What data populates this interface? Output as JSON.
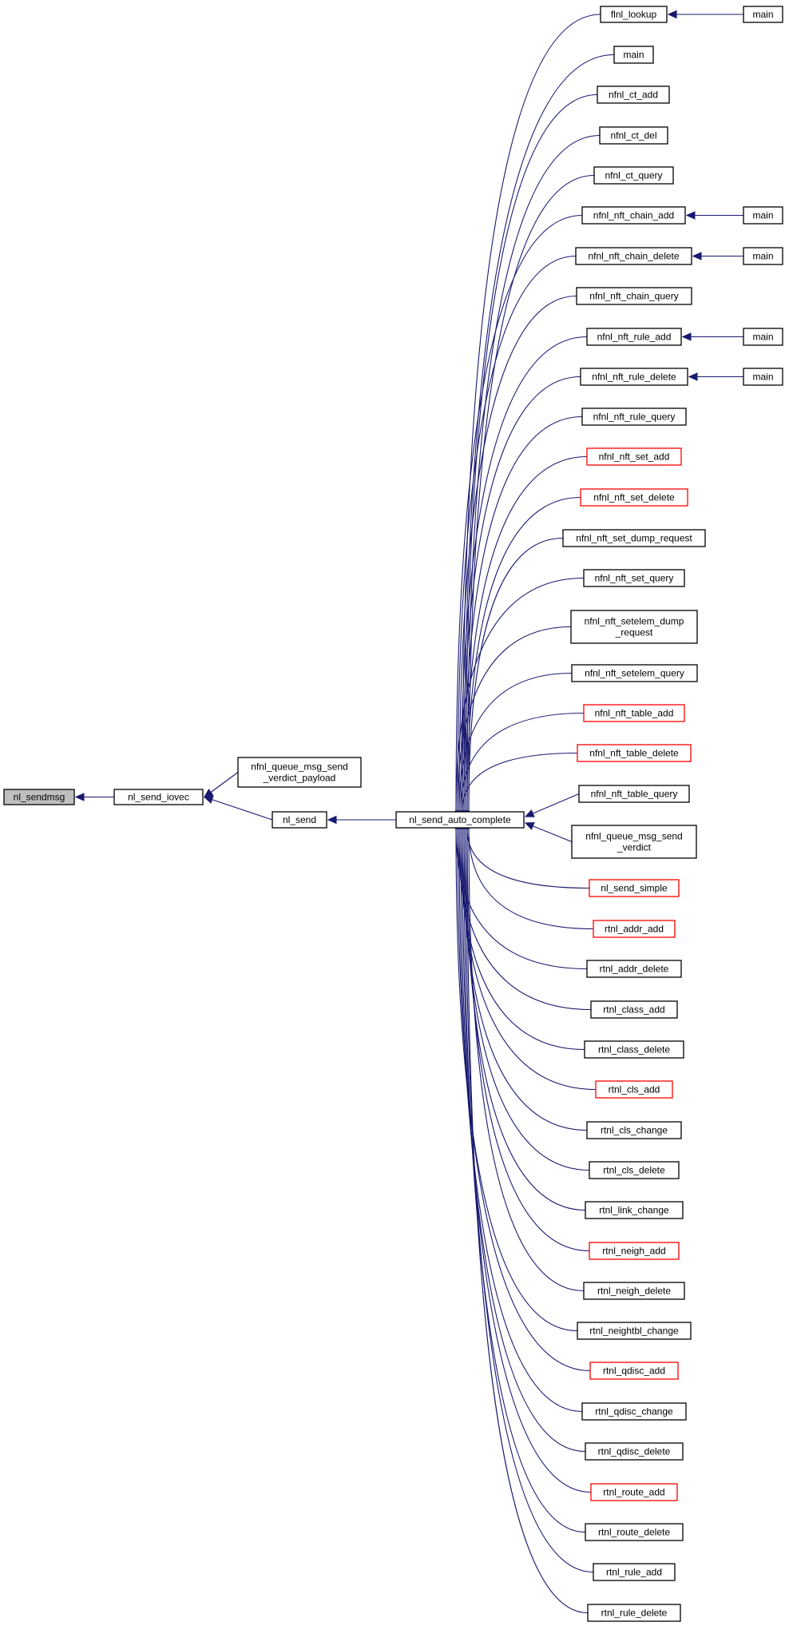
{
  "graph": {
    "edge_color": "#191970",
    "node_border_color": "#000000",
    "external_node_border_color": "#ff0000",
    "root_fill": "#bfbfbf",
    "nodes": {
      "nl_sendmsg": {
        "label": [
          "nl_sendmsg"
        ],
        "root": true
      },
      "nl_send_iovec": {
        "label": [
          "nl_send_iovec"
        ]
      },
      "nfnl_queue_msg_send_verdict_payload": {
        "label": [
          "nfnl_queue_msg_send",
          "_verdict_payload"
        ]
      },
      "nl_send": {
        "label": [
          "nl_send"
        ]
      },
      "nl_send_auto_complete": {
        "label": [
          "nl_send_auto_complete"
        ]
      },
      "flnl_lookup": {
        "label": [
          "flnl_lookup"
        ]
      },
      "main_flnl": {
        "label": [
          "main"
        ]
      },
      "main": {
        "label": [
          "main"
        ]
      },
      "nfnl_ct_add": {
        "label": [
          "nfnl_ct_add"
        ]
      },
      "nfnl_ct_del": {
        "label": [
          "nfnl_ct_del"
        ]
      },
      "nfnl_ct_query": {
        "label": [
          "nfnl_ct_query"
        ]
      },
      "nfnl_nft_chain_add": {
        "label": [
          "nfnl_nft_chain_add"
        ]
      },
      "main_chain_add": {
        "label": [
          "main"
        ]
      },
      "nfnl_nft_chain_delete": {
        "label": [
          "nfnl_nft_chain_delete"
        ]
      },
      "main_chain_delete": {
        "label": [
          "main"
        ]
      },
      "nfnl_nft_chain_query": {
        "label": [
          "nfnl_nft_chain_query"
        ]
      },
      "nfnl_nft_rule_add": {
        "label": [
          "nfnl_nft_rule_add"
        ]
      },
      "main_rule_add": {
        "label": [
          "main"
        ]
      },
      "nfnl_nft_rule_delete": {
        "label": [
          "nfnl_nft_rule_delete"
        ]
      },
      "main_rule_delete": {
        "label": [
          "main"
        ]
      },
      "nfnl_nft_rule_query": {
        "label": [
          "nfnl_nft_rule_query"
        ]
      },
      "nfnl_nft_set_add": {
        "label": [
          "nfnl_nft_set_add"
        ],
        "red": true
      },
      "nfnl_nft_set_delete": {
        "label": [
          "nfnl_nft_set_delete"
        ],
        "red": true
      },
      "nfnl_nft_set_dump_request": {
        "label": [
          "nfnl_nft_set_dump_request"
        ]
      },
      "nfnl_nft_set_query": {
        "label": [
          "nfnl_nft_set_query"
        ]
      },
      "nfnl_nft_setelem_dump_request": {
        "label": [
          "nfnl_nft_setelem_dump",
          "_request"
        ]
      },
      "nfnl_nft_setelem_query": {
        "label": [
          "nfnl_nft_setelem_query"
        ]
      },
      "nfnl_nft_table_add": {
        "label": [
          "nfnl_nft_table_add"
        ],
        "red": true
      },
      "nfnl_nft_table_delete": {
        "label": [
          "nfnl_nft_table_delete"
        ],
        "red": true
      },
      "nfnl_nft_table_query": {
        "label": [
          "nfnl_nft_table_query"
        ]
      },
      "nfnl_queue_msg_send_verdict": {
        "label": [
          "nfnl_queue_msg_send",
          "_verdict"
        ]
      },
      "nl_send_simple": {
        "label": [
          "nl_send_simple"
        ],
        "red": true
      },
      "rtnl_addr_add": {
        "label": [
          "rtnl_addr_add"
        ],
        "red": true
      },
      "rtnl_addr_delete": {
        "label": [
          "rtnl_addr_delete"
        ]
      },
      "rtnl_class_add": {
        "label": [
          "rtnl_class_add"
        ]
      },
      "rtnl_class_delete": {
        "label": [
          "rtnl_class_delete"
        ]
      },
      "rtnl_cls_add": {
        "label": [
          "rtnl_cls_add"
        ],
        "red": true
      },
      "rtnl_cls_change": {
        "label": [
          "rtnl_cls_change"
        ]
      },
      "rtnl_cls_delete": {
        "label": [
          "rtnl_cls_delete"
        ]
      },
      "rtnl_link_change": {
        "label": [
          "rtnl_link_change"
        ]
      },
      "rtnl_neigh_add": {
        "label": [
          "rtnl_neigh_add"
        ],
        "red": true
      },
      "rtnl_neigh_delete": {
        "label": [
          "rtnl_neigh_delete"
        ]
      },
      "rtnl_neightbl_change": {
        "label": [
          "rtnl_neightbl_change"
        ]
      },
      "rtnl_qdisc_add": {
        "label": [
          "rtnl_qdisc_add"
        ],
        "red": true
      },
      "rtnl_qdisc_change": {
        "label": [
          "rtnl_qdisc_change"
        ]
      },
      "rtnl_qdisc_delete": {
        "label": [
          "rtnl_qdisc_delete"
        ]
      },
      "rtnl_route_add": {
        "label": [
          "rtnl_route_add"
        ],
        "red": true
      },
      "rtnl_route_delete": {
        "label": [
          "rtnl_route_delete"
        ]
      },
      "rtnl_rule_add": {
        "label": [
          "rtnl_rule_add"
        ]
      },
      "rtnl_rule_delete": {
        "label": [
          "rtnl_rule_delete"
        ]
      }
    },
    "edges": [
      {
        "from": "nl_send_iovec",
        "to": "nl_sendmsg"
      },
      {
        "from": "nfnl_queue_msg_send_verdict_payload",
        "to": "nl_send_iovec"
      },
      {
        "from": "nl_send",
        "to": "nl_send_iovec"
      },
      {
        "from": "nl_send_auto_complete",
        "to": "nl_send"
      },
      {
        "from": "flnl_lookup",
        "to": "nl_send_auto_complete"
      },
      {
        "from": "main",
        "to": "nl_send_auto_complete"
      },
      {
        "from": "nfnl_ct_add",
        "to": "nl_send_auto_complete"
      },
      {
        "from": "nfnl_ct_del",
        "to": "nl_send_auto_complete"
      },
      {
        "from": "nfnl_ct_query",
        "to": "nl_send_auto_complete"
      },
      {
        "from": "nfnl_nft_chain_add",
        "to": "nl_send_auto_complete"
      },
      {
        "from": "nfnl_nft_chain_delete",
        "to": "nl_send_auto_complete"
      },
      {
        "from": "nfnl_nft_chain_query",
        "to": "nl_send_auto_complete"
      },
      {
        "from": "nfnl_nft_rule_add",
        "to": "nl_send_auto_complete"
      },
      {
        "from": "nfnl_nft_rule_delete",
        "to": "nl_send_auto_complete"
      },
      {
        "from": "nfnl_nft_rule_query",
        "to": "nl_send_auto_complete"
      },
      {
        "from": "nfnl_nft_set_add",
        "to": "nl_send_auto_complete"
      },
      {
        "from": "nfnl_nft_set_delete",
        "to": "nl_send_auto_complete"
      },
      {
        "from": "nfnl_nft_set_dump_request",
        "to": "nl_send_auto_complete"
      },
      {
        "from": "nfnl_nft_set_query",
        "to": "nl_send_auto_complete"
      },
      {
        "from": "nfnl_nft_setelem_dump_request",
        "to": "nl_send_auto_complete"
      },
      {
        "from": "nfnl_nft_setelem_query",
        "to": "nl_send_auto_complete"
      },
      {
        "from": "nfnl_nft_table_add",
        "to": "nl_send_auto_complete"
      },
      {
        "from": "nfnl_nft_table_delete",
        "to": "nl_send_auto_complete"
      },
      {
        "from": "nfnl_nft_table_query",
        "to": "nl_send_auto_complete"
      },
      {
        "from": "nfnl_queue_msg_send_verdict",
        "to": "nl_send_auto_complete"
      },
      {
        "from": "nl_send_simple",
        "to": "nl_send_auto_complete"
      },
      {
        "from": "rtnl_addr_add",
        "to": "nl_send_auto_complete"
      },
      {
        "from": "rtnl_addr_delete",
        "to": "nl_send_auto_complete"
      },
      {
        "from": "rtnl_class_add",
        "to": "nl_send_auto_complete"
      },
      {
        "from": "rtnl_class_delete",
        "to": "nl_send_auto_complete"
      },
      {
        "from": "rtnl_cls_add",
        "to": "nl_send_auto_complete"
      },
      {
        "from": "rtnl_cls_change",
        "to": "nl_send_auto_complete"
      },
      {
        "from": "rtnl_cls_delete",
        "to": "nl_send_auto_complete"
      },
      {
        "from": "rtnl_link_change",
        "to": "nl_send_auto_complete"
      },
      {
        "from": "rtnl_neigh_add",
        "to": "nl_send_auto_complete"
      },
      {
        "from": "rtnl_neigh_delete",
        "to": "nl_send_auto_complete"
      },
      {
        "from": "rtnl_neightbl_change",
        "to": "nl_send_auto_complete"
      },
      {
        "from": "rtnl_qdisc_add",
        "to": "nl_send_auto_complete"
      },
      {
        "from": "rtnl_qdisc_change",
        "to": "nl_send_auto_complete"
      },
      {
        "from": "rtnl_qdisc_delete",
        "to": "nl_send_auto_complete"
      },
      {
        "from": "rtnl_route_add",
        "to": "nl_send_auto_complete"
      },
      {
        "from": "rtnl_route_delete",
        "to": "nl_send_auto_complete"
      },
      {
        "from": "rtnl_rule_add",
        "to": "nl_send_auto_complete"
      },
      {
        "from": "rtnl_rule_delete",
        "to": "nl_send_auto_complete"
      },
      {
        "from": "main_flnl",
        "to": "flnl_lookup"
      },
      {
        "from": "main_chain_add",
        "to": "nfnl_nft_chain_add"
      },
      {
        "from": "main_chain_delete",
        "to": "nfnl_nft_chain_delete"
      },
      {
        "from": "main_rule_add",
        "to": "nfnl_nft_rule_add"
      },
      {
        "from": "main_rule_delete",
        "to": "nfnl_nft_rule_delete"
      }
    ]
  }
}
